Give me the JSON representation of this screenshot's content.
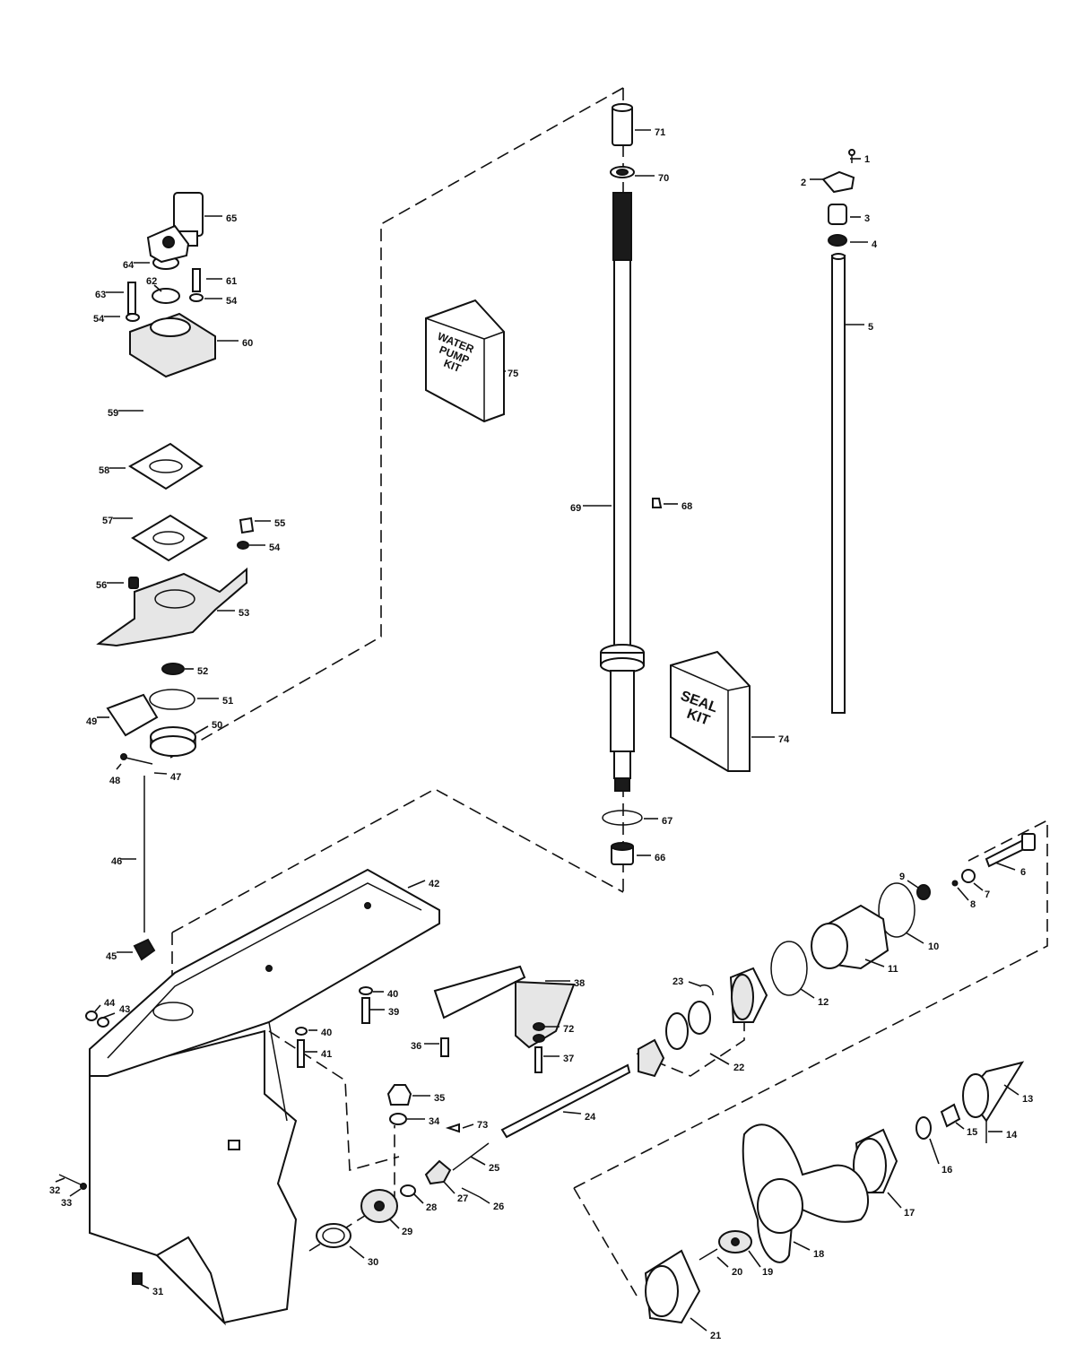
{
  "kits": {
    "water_pump_lines": [
      "WATER",
      "PUMP",
      "KIT"
    ],
    "seal_lines": [
      "SEAL",
      "KIT"
    ]
  },
  "callouts": [
    {
      "id": "1",
      "label": "1"
    },
    {
      "id": "2",
      "label": "2"
    },
    {
      "id": "3",
      "label": "3"
    },
    {
      "id": "4",
      "label": "4"
    },
    {
      "id": "5",
      "label": "5"
    },
    {
      "id": "6",
      "label": "6"
    },
    {
      "id": "7",
      "label": "7"
    },
    {
      "id": "8",
      "label": "8"
    },
    {
      "id": "9",
      "label": "9"
    },
    {
      "id": "10",
      "label": "10"
    },
    {
      "id": "11",
      "label": "11"
    },
    {
      "id": "12",
      "label": "12"
    },
    {
      "id": "13",
      "label": "13"
    },
    {
      "id": "14",
      "label": "14"
    },
    {
      "id": "15",
      "label": "15"
    },
    {
      "id": "16",
      "label": "16"
    },
    {
      "id": "17",
      "label": "17"
    },
    {
      "id": "18",
      "label": "18"
    },
    {
      "id": "19",
      "label": "19"
    },
    {
      "id": "20",
      "label": "20"
    },
    {
      "id": "21",
      "label": "21"
    },
    {
      "id": "22",
      "label": "22"
    },
    {
      "id": "23",
      "label": "23"
    },
    {
      "id": "24",
      "label": "24"
    },
    {
      "id": "25",
      "label": "25"
    },
    {
      "id": "26",
      "label": "26"
    },
    {
      "id": "27",
      "label": "27"
    },
    {
      "id": "28",
      "label": "28"
    },
    {
      "id": "29",
      "label": "29"
    },
    {
      "id": "30",
      "label": "30"
    },
    {
      "id": "31",
      "label": "31"
    },
    {
      "id": "32",
      "label": "32"
    },
    {
      "id": "33",
      "label": "33"
    },
    {
      "id": "34",
      "label": "34"
    },
    {
      "id": "35",
      "label": "35"
    },
    {
      "id": "36",
      "label": "36"
    },
    {
      "id": "37",
      "label": "37"
    },
    {
      "id": "38",
      "label": "38"
    },
    {
      "id": "39",
      "label": "39"
    },
    {
      "id": "40a",
      "label": "40"
    },
    {
      "id": "40b",
      "label": "40"
    },
    {
      "id": "41",
      "label": "41"
    },
    {
      "id": "42",
      "label": "42"
    },
    {
      "id": "43",
      "label": "43"
    },
    {
      "id": "44",
      "label": "44"
    },
    {
      "id": "45",
      "label": "45"
    },
    {
      "id": "46",
      "label": "46"
    },
    {
      "id": "47",
      "label": "47"
    },
    {
      "id": "48",
      "label": "48"
    },
    {
      "id": "49",
      "label": "49"
    },
    {
      "id": "50",
      "label": "50"
    },
    {
      "id": "51",
      "label": "51"
    },
    {
      "id": "52",
      "label": "52"
    },
    {
      "id": "53",
      "label": "53"
    },
    {
      "id": "54a",
      "label": "54"
    },
    {
      "id": "54b",
      "label": "54"
    },
    {
      "id": "54c",
      "label": "54"
    },
    {
      "id": "55",
      "label": "55"
    },
    {
      "id": "56",
      "label": "56"
    },
    {
      "id": "57",
      "label": "57"
    },
    {
      "id": "58",
      "label": "58"
    },
    {
      "id": "59",
      "label": "59"
    },
    {
      "id": "60",
      "label": "60"
    },
    {
      "id": "61",
      "label": "61"
    },
    {
      "id": "62",
      "label": "62"
    },
    {
      "id": "63",
      "label": "63"
    },
    {
      "id": "64",
      "label": "64"
    },
    {
      "id": "65",
      "label": "65"
    },
    {
      "id": "66",
      "label": "66"
    },
    {
      "id": "67",
      "label": "67"
    },
    {
      "id": "68",
      "label": "68"
    },
    {
      "id": "69",
      "label": "69"
    },
    {
      "id": "70",
      "label": "70"
    },
    {
      "id": "71",
      "label": "71"
    },
    {
      "id": "72",
      "label": "72"
    },
    {
      "id": "73",
      "label": "73"
    },
    {
      "id": "74",
      "label": "74"
    },
    {
      "id": "75",
      "label": "75"
    }
  ]
}
